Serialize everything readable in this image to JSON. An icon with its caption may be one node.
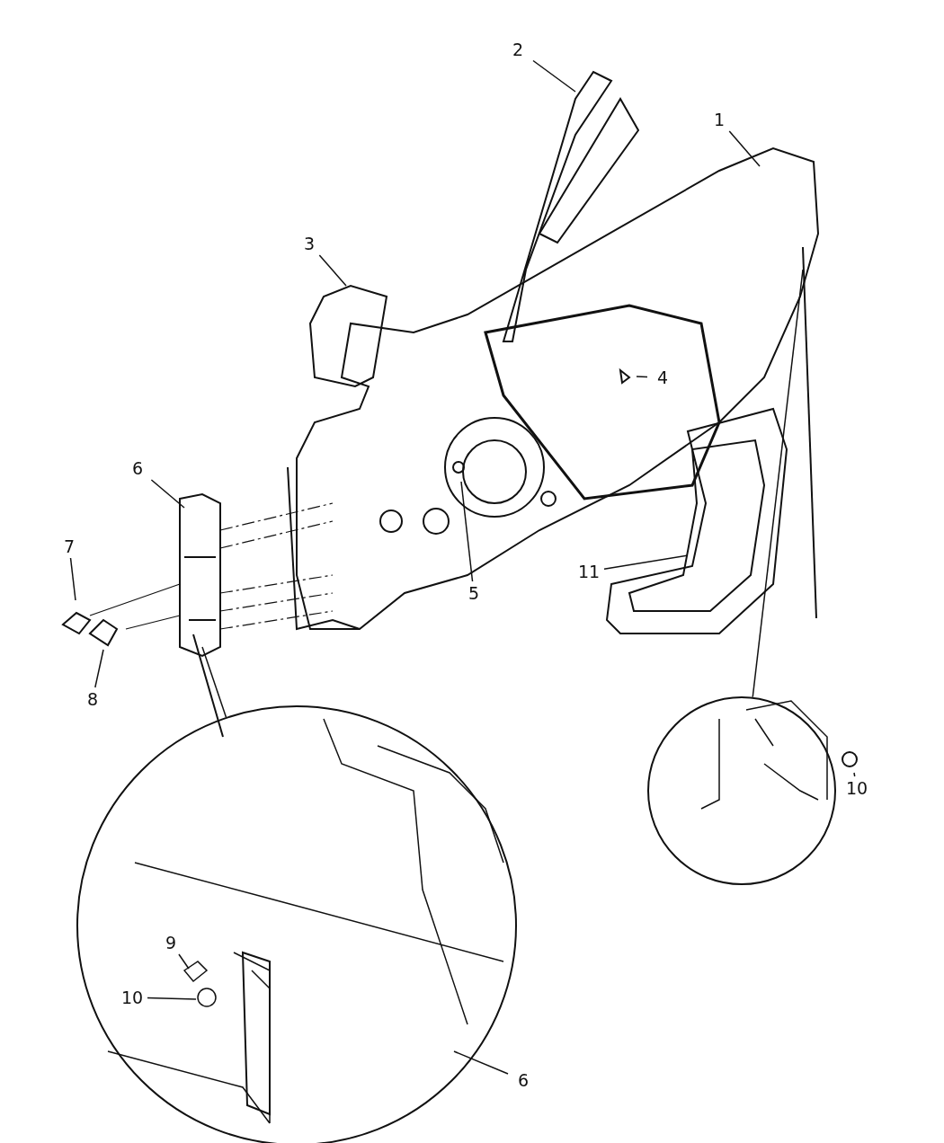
{
  "diagram": {
    "nodes": [
      {
        "text": [
          "2"
        ]
      },
      {
        "text": [
          "1"
        ]
      },
      {
        "text": [
          "3"
        ]
      },
      {
        "text": [
          "4"
        ]
      },
      {
        "text": [
          "6"
        ]
      },
      {
        "text": [
          "7"
        ]
      },
      {
        "text": [
          "5"
        ]
      },
      {
        "text": [
          "11"
        ]
      },
      {
        "text": [
          "8"
        ]
      },
      {
        "text": [],
        "shape": "circle"
      },
      {
        "text": [
          "10"
        ]
      },
      {
        "text": [],
        "shape": "circle"
      },
      {
        "text": [
          "9"
        ],
        "in": 11
      },
      {
        "text": [
          "10"
        ],
        "in": 11
      },
      {
        "text": [
          "6"
        ]
      }
    ],
    "edges": [
      {
        "from": 0,
        "to": null,
        "arrow": "none"
      },
      {
        "from": 1,
        "to": null,
        "arrow": "none"
      },
      {
        "from": 2,
        "to": null,
        "arrow": "none"
      },
      {
        "from": 3,
        "to": null,
        "arrow": "none"
      },
      {
        "from": 4,
        "to": null,
        "arrow": "none"
      },
      {
        "from": 5,
        "to": null,
        "arrow": "none"
      },
      {
        "from": 6,
        "to": null,
        "arrow": "none"
      },
      {
        "from": 7,
        "to": null,
        "arrow": "none"
      },
      {
        "from": 8,
        "to": null,
        "arrow": "none"
      },
      {
        "from": 9,
        "to": null,
        "arrow": "none"
      },
      {
        "from": 10,
        "to": null,
        "arrow": "none"
      },
      {
        "from": 11,
        "to": null,
        "arrow": "none"
      },
      {
        "from": 12,
        "to": null,
        "arrow": "none"
      },
      {
        "from": 13,
        "to": null,
        "arrow": "none"
      },
      {
        "from": 14,
        "to": null,
        "arrow": "none"
      }
    ]
  }
}
